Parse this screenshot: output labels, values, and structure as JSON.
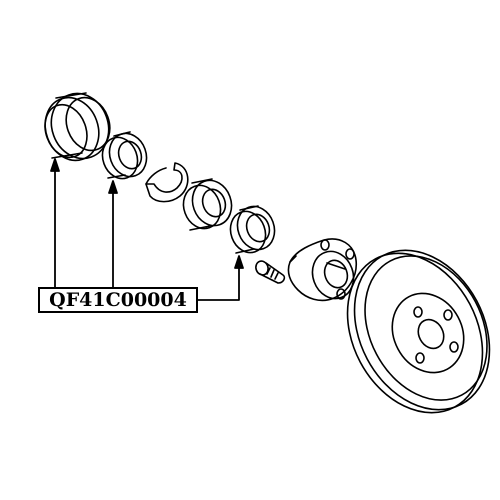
{
  "diagram": {
    "part_number": "QF41C00004",
    "colors": {
      "line": "#000000",
      "background": "#ffffff"
    },
    "components": [
      "outer-seal-ring",
      "bearing-race",
      "snap-ring",
      "wheel-bearing",
      "inner-seal-ring",
      "wheel-stud",
      "wheel-hub",
      "brake-disc"
    ]
  }
}
